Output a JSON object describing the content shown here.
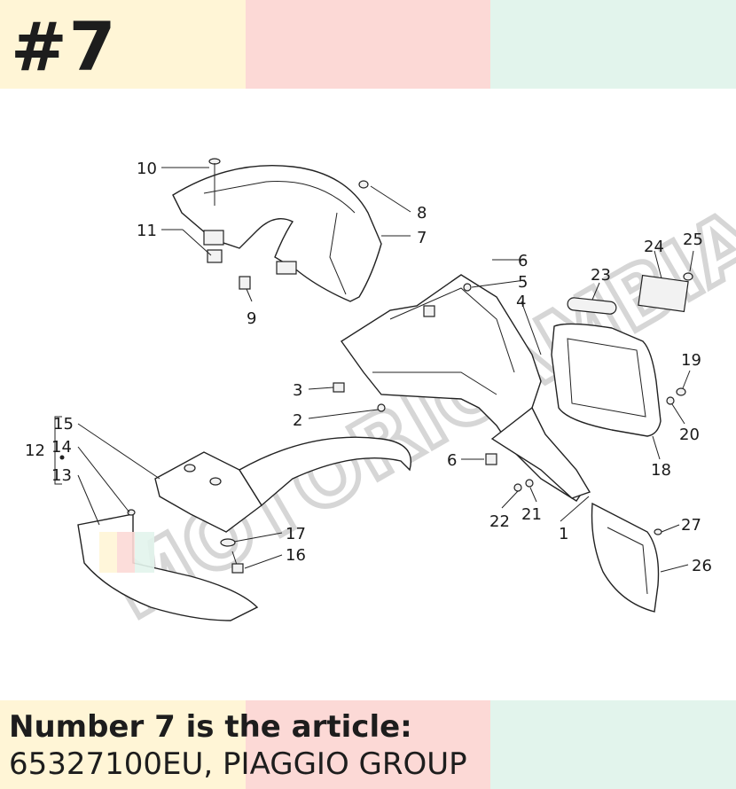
{
  "header": {
    "number": "#7"
  },
  "caption": {
    "line1": "Number 7 is the article:",
    "line2": "65327100EU, PIAGGIO GROUP"
  },
  "watermark": {
    "text": "MOTORICAMBIA"
  },
  "callouts": {
    "n1": "1",
    "n2": "2",
    "n3": "3",
    "n4": "4",
    "n5": "5",
    "n6a": "6",
    "n6b": "6",
    "n7": "7",
    "n8": "8",
    "n9": "9",
    "n10": "10",
    "n11": "11",
    "n12": "12",
    "n13": "13",
    "n14": "14",
    "n15": "15",
    "n16": "16",
    "n17": "17",
    "n18": "18",
    "n19": "19",
    "n20": "20",
    "n21": "21",
    "n22": "22",
    "n23": "23",
    "n24": "24",
    "n25": "25",
    "n26": "26",
    "n27": "27"
  },
  "colors": {
    "yellow": "#fff5d6",
    "pink": "#fcd9d6",
    "mint": "#e2f4ec",
    "text": "#1d1d1d"
  }
}
